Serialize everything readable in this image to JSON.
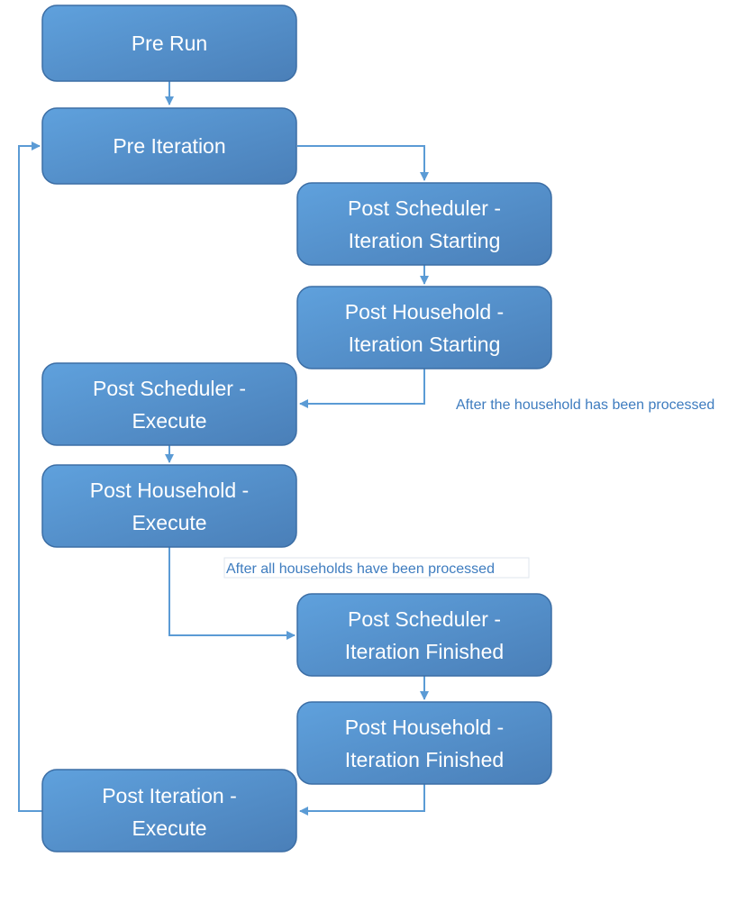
{
  "colors": {
    "node_fill_top": "#5fa1dd",
    "node_fill_bottom": "#4a7fb8",
    "node_stroke": "#3c6ea5",
    "edge": "#5b9bd5",
    "note_text": "#3e7cbf"
  },
  "nodes": {
    "pre_run": [
      "Pre Run"
    ],
    "pre_iteration": [
      "Pre Iteration"
    ],
    "post_scheduler_iteration_starting": [
      "Post Scheduler -",
      "Iteration Starting"
    ],
    "post_household_iteration_starting": [
      "Post Household -",
      "Iteration Starting"
    ],
    "post_scheduler_execute": [
      "Post Scheduler -",
      "Execute"
    ],
    "post_household_execute": [
      "Post Household -",
      "Execute"
    ],
    "post_scheduler_iteration_finished": [
      "Post Scheduler -",
      "Iteration Finished"
    ],
    "post_household_iteration_finished": [
      "Post Household -",
      "Iteration Finished"
    ],
    "post_iteration_execute": [
      "Post Iteration -",
      "Execute"
    ]
  },
  "annotations": {
    "after_household": "After the household has been processed",
    "after_all_households": "After all households have been processed"
  }
}
